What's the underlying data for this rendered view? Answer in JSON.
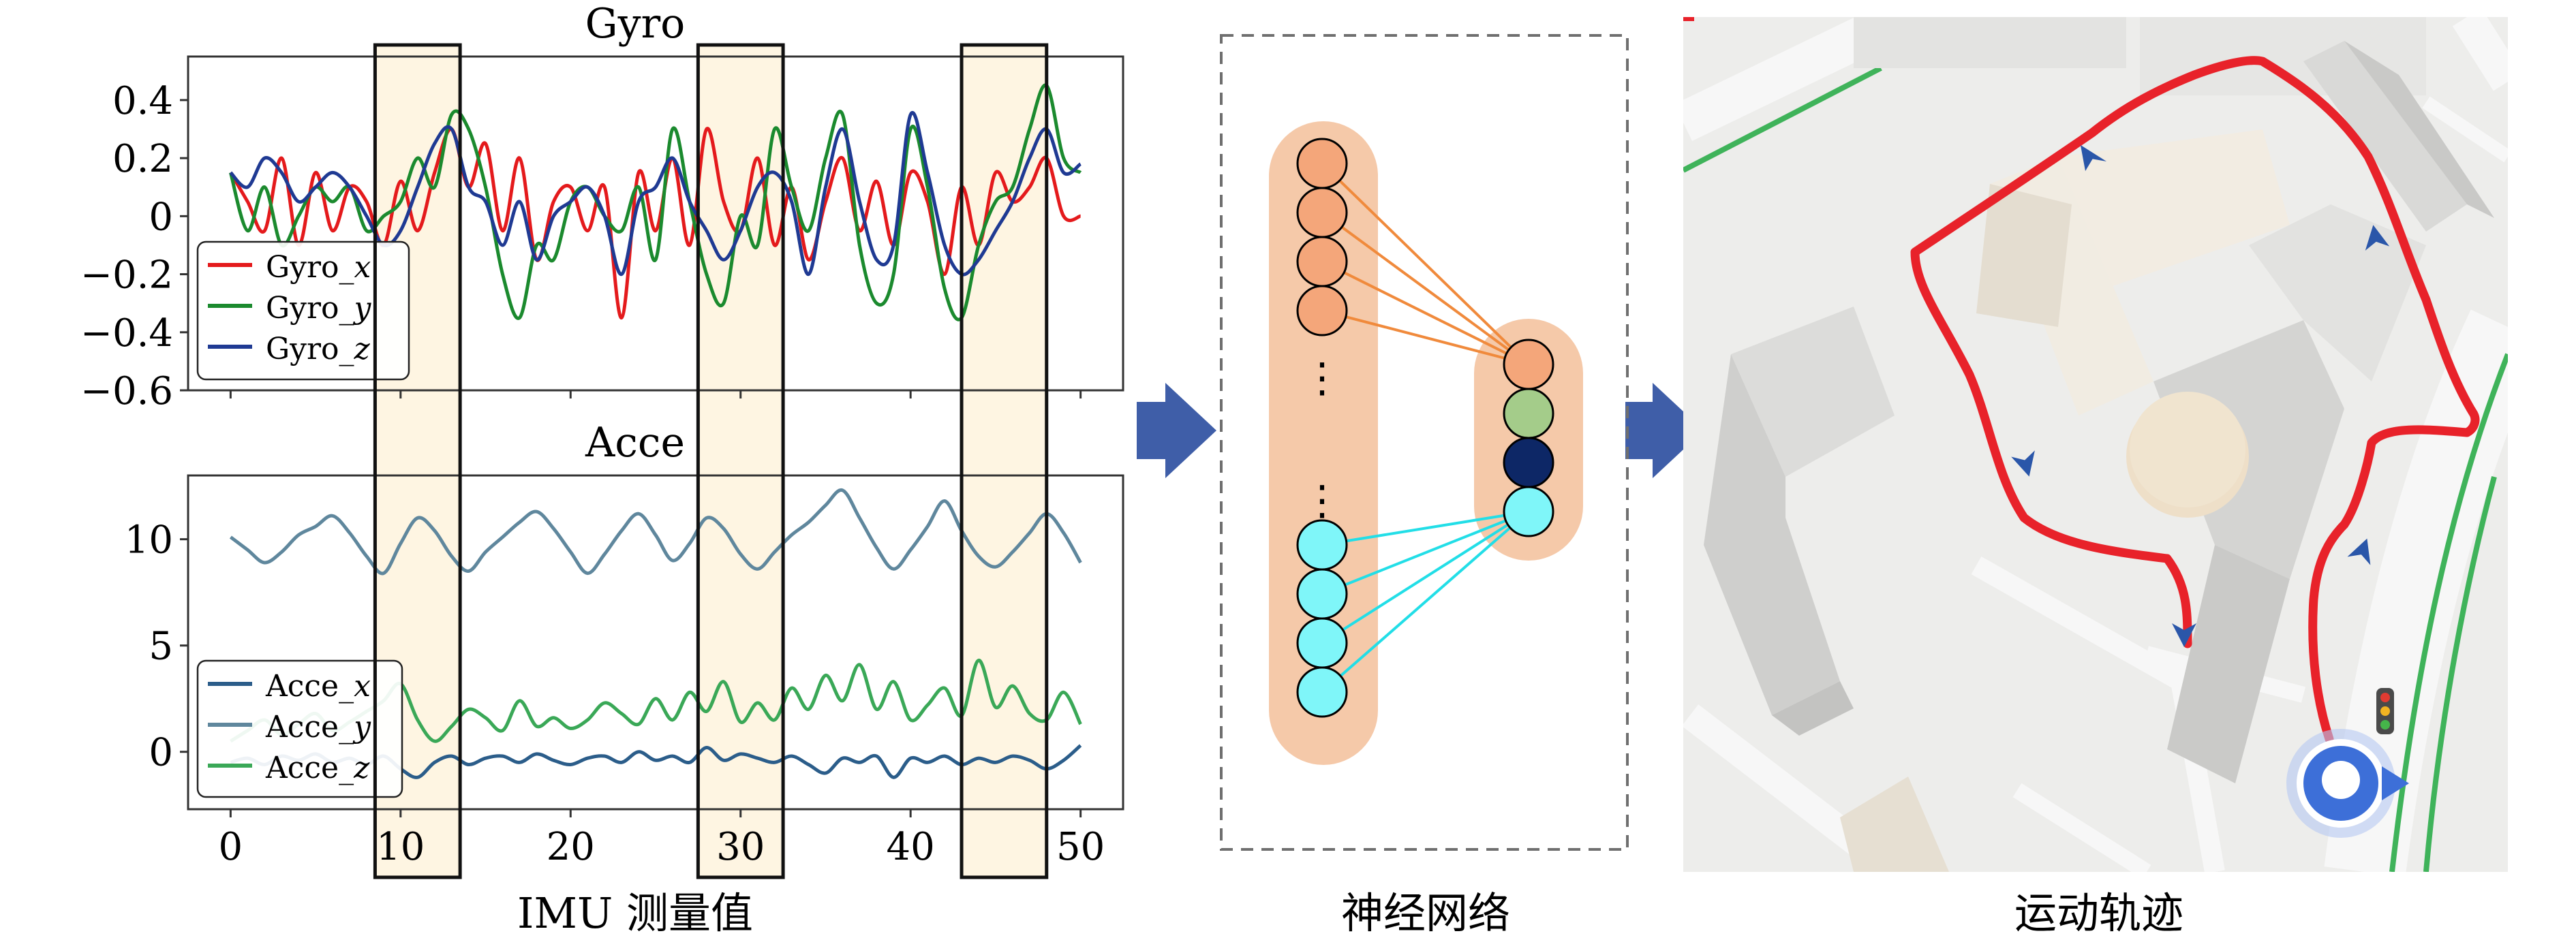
{
  "panel_left": {
    "caption": "IMU 测量值",
    "gyro_chart": {
      "type": "line",
      "title": "Gyro",
      "xlim": [
        -2.5,
        52.5
      ],
      "ylim": [
        -0.6,
        0.55
      ],
      "yticks": [
        0.4,
        0.2,
        0,
        -0.2,
        -0.4,
        -0.6
      ],
      "ytick_labels": [
        "0.4",
        "0.2",
        "0",
        "−0.2",
        "−0.4",
        "−0.6"
      ],
      "legend": {
        "placement": "lower-left",
        "entries": [
          "Gyro_x",
          "Gyro_y",
          "Gyro_z"
        ]
      },
      "series": [
        {
          "name": "Gyro_x",
          "color": "#e41a1c",
          "x": [
            0,
            1,
            2,
            3,
            4,
            5,
            6,
            7,
            8,
            9,
            10,
            11,
            12,
            13,
            14,
            15,
            16,
            17,
            18,
            19,
            20,
            21,
            22,
            23,
            24,
            25,
            26,
            27,
            28,
            29,
            30,
            31,
            32,
            33,
            34,
            35,
            36,
            37,
            38,
            39,
            40,
            41,
            42,
            43,
            44,
            45,
            46,
            47,
            48,
            49,
            50
          ],
          "y": [
            0.15,
            0.05,
            -0.05,
            0.2,
            -0.1,
            0.15,
            -0.05,
            0.1,
            0.05,
            -0.1,
            0.12,
            -0.05,
            0.15,
            0.3,
            0.1,
            0.25,
            -0.05,
            0.2,
            -0.15,
            0.05,
            0.1,
            -0.05,
            0.1,
            -0.35,
            0.15,
            -0.05,
            0.2,
            -0.1,
            0.3,
            0.05,
            -0.05,
            0.2,
            -0.1,
            0.1,
            -0.15,
            0.05,
            0.2,
            -0.05,
            0.12,
            -0.1,
            0.15,
            0.05,
            -0.2,
            0.1,
            -0.1,
            0.15,
            0.05,
            0.1,
            0.2,
            0.0,
            0.0
          ]
        },
        {
          "name": "Gyro_y",
          "color": "#1b8a2e",
          "x": [
            0,
            1,
            2,
            3,
            4,
            5,
            6,
            7,
            8,
            9,
            10,
            11,
            12,
            13,
            14,
            15,
            16,
            17,
            18,
            19,
            20,
            21,
            22,
            23,
            24,
            25,
            26,
            27,
            28,
            29,
            30,
            31,
            32,
            33,
            34,
            35,
            36,
            37,
            38,
            39,
            40,
            41,
            42,
            43,
            44,
            45,
            46,
            47,
            48,
            49,
            50
          ],
          "y": [
            0.15,
            -0.05,
            0.1,
            -0.1,
            0.0,
            0.1,
            0.05,
            0.1,
            -0.05,
            0.0,
            0.05,
            0.2,
            0.1,
            0.35,
            0.3,
            0.1,
            -0.2,
            -0.35,
            -0.1,
            -0.15,
            0.05,
            0.1,
            0.0,
            -0.05,
            0.1,
            -0.15,
            0.3,
            0.05,
            -0.2,
            -0.3,
            0.0,
            -0.1,
            0.3,
            0.1,
            -0.05,
            0.2,
            0.35,
            -0.1,
            -0.3,
            -0.2,
            0.3,
            0.1,
            -0.25,
            -0.35,
            -0.1,
            0.05,
            0.1,
            0.3,
            0.45,
            0.2,
            0.15
          ]
        },
        {
          "name": "Gyro_z",
          "color": "#1f3a93",
          "x": [
            0,
            1,
            2,
            3,
            4,
            5,
            6,
            7,
            8,
            9,
            10,
            11,
            12,
            13,
            14,
            15,
            16,
            17,
            18,
            19,
            20,
            21,
            22,
            23,
            24,
            25,
            26,
            27,
            28,
            29,
            30,
            31,
            32,
            33,
            34,
            35,
            36,
            37,
            38,
            39,
            40,
            41,
            42,
            43,
            44,
            45,
            46,
            47,
            48,
            49,
            50
          ],
          "y": [
            0.15,
            0.1,
            0.2,
            0.15,
            0.05,
            0.1,
            0.15,
            0.1,
            0.0,
            -0.1,
            -0.05,
            0.1,
            0.25,
            0.3,
            0.1,
            0.05,
            -0.1,
            0.05,
            -0.15,
            0.0,
            0.05,
            0.1,
            0.0,
            -0.2,
            0.05,
            0.1,
            0.2,
            0.05,
            -0.05,
            -0.15,
            -0.05,
            0.1,
            0.15,
            0.05,
            -0.2,
            0.1,
            0.3,
            0.05,
            -0.15,
            -0.1,
            0.35,
            0.15,
            -0.1,
            -0.2,
            -0.15,
            -0.05,
            0.05,
            0.2,
            0.3,
            0.15,
            0.18
          ]
        }
      ]
    },
    "acce_chart": {
      "type": "line",
      "title": "Acce",
      "xlim": [
        -2.5,
        52.5
      ],
      "ylim": [
        -2.7,
        13
      ],
      "yticks": [
        10,
        5,
        0
      ],
      "ytick_labels": [
        "10",
        "5",
        "0"
      ],
      "xticks": [
        0,
        10,
        20,
        30,
        40,
        50
      ],
      "xtick_labels": [
        "0",
        "10",
        "20",
        "30",
        "40",
        "50"
      ],
      "legend": {
        "placement": "lower-left",
        "entries": [
          "Acce_x",
          "Acce_y",
          "Acce_z"
        ]
      },
      "series": [
        {
          "name": "Acce_x",
          "color": "#2b5d8a",
          "x": [
            0,
            1,
            2,
            3,
            4,
            5,
            6,
            7,
            8,
            9,
            10,
            11,
            12,
            13,
            14,
            15,
            16,
            17,
            18,
            19,
            20,
            21,
            22,
            23,
            24,
            25,
            26,
            27,
            28,
            29,
            30,
            31,
            32,
            33,
            34,
            35,
            36,
            37,
            38,
            39,
            40,
            41,
            42,
            43,
            44,
            45,
            46,
            47,
            48,
            49,
            50
          ],
          "y": [
            -0.5,
            -0.3,
            -0.6,
            -0.2,
            -0.4,
            -0.1,
            -0.5,
            -0.3,
            -0.6,
            -0.2,
            -0.8,
            -1.2,
            -0.5,
            -0.2,
            -0.6,
            -0.3,
            -0.2,
            -0.5,
            -0.1,
            -0.4,
            -0.6,
            -0.3,
            -0.2,
            -0.5,
            0.0,
            -0.4,
            -0.2,
            -0.5,
            0.2,
            -0.4,
            -0.1,
            -0.3,
            -0.5,
            -0.2,
            -0.6,
            -1.0,
            -0.3,
            -0.5,
            -0.2,
            -1.2,
            -0.3,
            -0.5,
            -0.2,
            -0.6,
            -0.3,
            -0.5,
            -0.2,
            -0.4,
            -0.8,
            -0.4,
            0.3
          ]
        },
        {
          "name": "Acce_y",
          "color": "#5f879d",
          "x": [
            0,
            1,
            2,
            3,
            4,
            5,
            6,
            7,
            8,
            9,
            10,
            11,
            12,
            13,
            14,
            15,
            16,
            17,
            18,
            19,
            20,
            21,
            22,
            23,
            24,
            25,
            26,
            27,
            28,
            29,
            30,
            31,
            32,
            33,
            34,
            35,
            36,
            37,
            38,
            39,
            40,
            41,
            42,
            43,
            44,
            45,
            46,
            47,
            48,
            49,
            50
          ],
          "y": [
            10.1,
            9.5,
            8.9,
            9.4,
            10.2,
            10.6,
            11.1,
            10.3,
            9.2,
            8.4,
            9.8,
            11.0,
            10.4,
            9.2,
            8.5,
            9.4,
            10.1,
            10.8,
            11.3,
            10.5,
            9.4,
            8.4,
            9.3,
            10.4,
            11.2,
            10.2,
            9.0,
            9.8,
            11.0,
            10.5,
            9.3,
            8.6,
            9.4,
            10.2,
            10.8,
            11.6,
            12.3,
            11.0,
            9.6,
            8.6,
            9.5,
            10.6,
            11.8,
            10.4,
            9.2,
            8.7,
            9.4,
            10.3,
            11.2,
            10.3,
            8.9
          ]
        },
        {
          "name": "Acce_z",
          "color": "#3aa857",
          "x": [
            0,
            1,
            2,
            3,
            4,
            5,
            6,
            7,
            8,
            9,
            10,
            11,
            12,
            13,
            14,
            15,
            16,
            17,
            18,
            19,
            20,
            21,
            22,
            23,
            24,
            25,
            26,
            27,
            28,
            29,
            30,
            31,
            32,
            33,
            34,
            35,
            36,
            37,
            38,
            39,
            40,
            41,
            42,
            43,
            44,
            45,
            46,
            47,
            48,
            49,
            50
          ],
          "y": [
            0.5,
            1.0,
            1.5,
            0.8,
            1.3,
            1.8,
            1.0,
            1.4,
            1.9,
            2.4,
            3.2,
            1.5,
            0.5,
            1.2,
            2.0,
            1.6,
            1.0,
            2.4,
            1.2,
            1.6,
            1.1,
            1.5,
            2.3,
            1.8,
            1.3,
            2.5,
            1.5,
            2.8,
            1.9,
            3.3,
            1.4,
            2.3,
            1.5,
            3.0,
            2.0,
            3.6,
            2.4,
            4.1,
            2.0,
            3.3,
            1.5,
            2.2,
            3.0,
            1.7,
            4.3,
            2.1,
            3.1,
            1.8,
            1.5,
            2.8,
            1.3
          ]
        }
      ],
      "highlight_windows_x": [
        [
          8.5,
          13.5
        ],
        [
          27.5,
          32.5
        ],
        [
          43,
          48
        ]
      ]
    }
  },
  "panel_middle": {
    "caption": "神经网络",
    "colors": {
      "input_top": "#f4a67a",
      "input_bottom": "#7ff6f9",
      "out_green": "#a4cc8a",
      "out_navy": "#0d2766",
      "bg_band": "#f5c9a9",
      "line_orange": "#f08a3c",
      "line_cyan": "#22dee7"
    },
    "ellipsis": "⋮"
  },
  "panel_right": {
    "caption": "运动轨迹",
    "colors": {
      "route": "#e8222a",
      "arrow": "#2a56a9",
      "road_green": "#3fb35a"
    }
  },
  "arrows": {
    "color": "#3f5ea8"
  }
}
